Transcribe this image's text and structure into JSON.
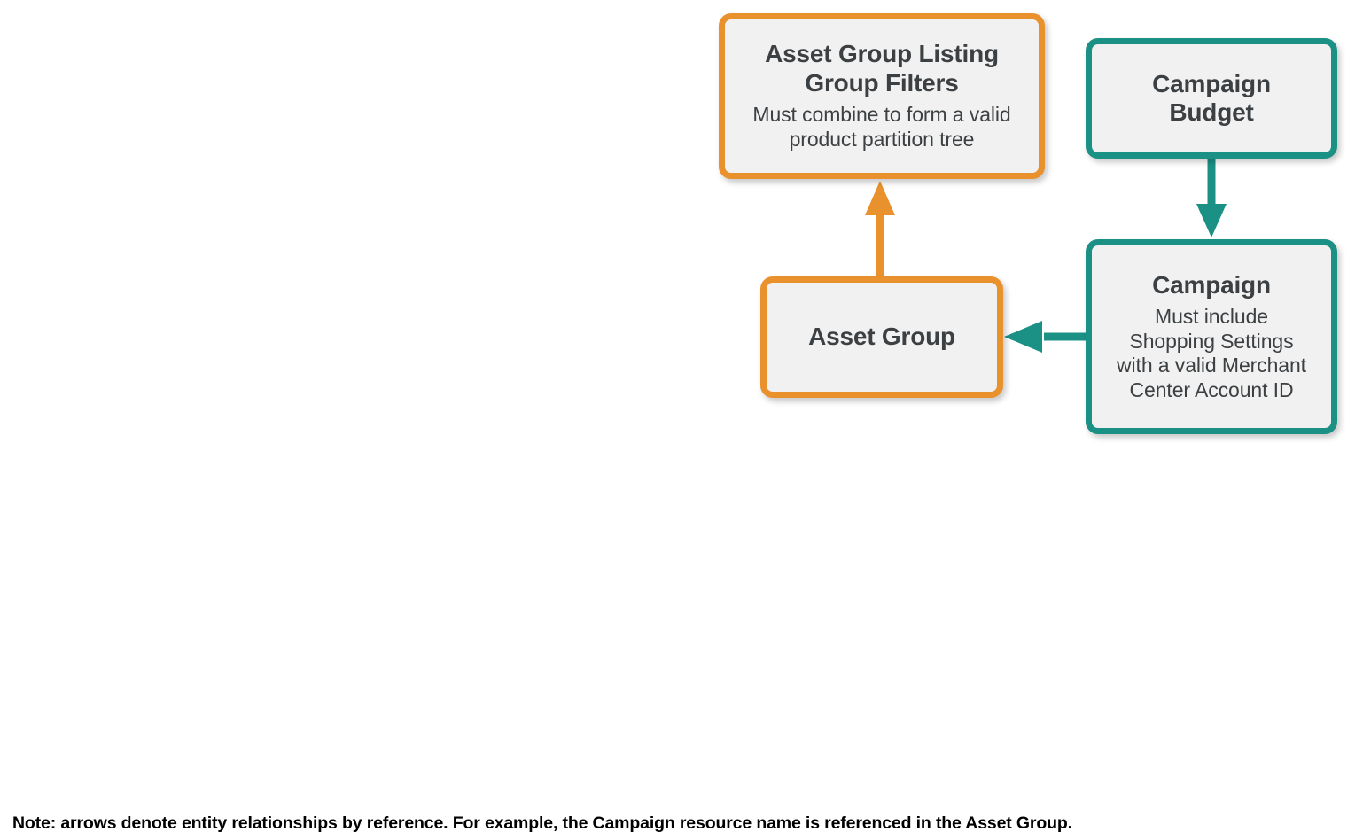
{
  "diagram": {
    "type": "entity-relationship",
    "background": "#ffffff",
    "colors": {
      "orange": "#e8912d",
      "teal": "#1b9185",
      "node_fill": "#f1f1f1",
      "text": "#3c4043",
      "note_text": "#000000"
    },
    "nodes": [
      {
        "id": "asset-group-listing-group-filters",
        "title": "Asset Group Listing Group Filters",
        "title_lines": [
          "Asset Group Listing",
          "Group Filters"
        ],
        "subtitle": "Must combine to form a valid product partition tree",
        "subtitle_lines": [
          "Must combine to form a valid",
          "product partition tree"
        ],
        "color": "#e8912d",
        "group": "orange"
      },
      {
        "id": "campaign-budget",
        "title": "Campaign Budget",
        "title_lines": [
          "Campaign",
          "Budget"
        ],
        "subtitle": "",
        "color": "#1b9185",
        "group": "teal"
      },
      {
        "id": "asset-group",
        "title": "Asset Group",
        "title_lines": [
          "Asset Group"
        ],
        "subtitle": "",
        "color": "#e8912d",
        "group": "orange"
      },
      {
        "id": "campaign",
        "title": "Campaign",
        "title_lines": [
          "Campaign"
        ],
        "subtitle": "Must include Shopping Settings with a valid Merchant Center Account ID",
        "subtitle_lines": [
          "Must include",
          "Shopping Settings",
          "with a valid Merchant",
          "Center Account ID"
        ],
        "color": "#1b9185",
        "group": "teal"
      }
    ],
    "edges": [
      {
        "id": "edge-asset-group-to-listing-group-filters",
        "from": "asset-group",
        "to": "asset-group-listing-group-filters",
        "direction": "up",
        "color": "#e8912d"
      },
      {
        "id": "edge-campaign-budget-to-campaign",
        "from": "campaign-budget",
        "to": "campaign",
        "direction": "down",
        "color": "#1b9185"
      },
      {
        "id": "edge-campaign-to-asset-group",
        "from": "campaign",
        "to": "asset-group",
        "direction": "left",
        "color": "#1b9185"
      }
    ],
    "note": "Note: arrows denote entity relationships by reference. For example, the Campaign resource name is referenced in the Asset Group."
  }
}
